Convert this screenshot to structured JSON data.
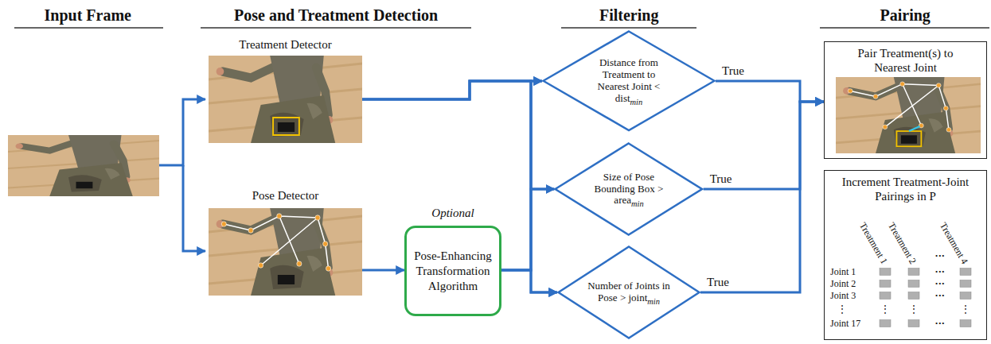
{
  "diagram": {
    "nodes": [
      {
        "text": [
          "Treatment Detector"
        ]
      },
      {
        "text": [
          "Pose Detector"
        ]
      },
      {
        "text": [
          "Optional",
          "Pose-Enhancing Transformation Algorithm"
        ]
      },
      {
        "text": [
          "Distance from Treatment to Nearest Joint < dist",
          "min"
        ]
      },
      {
        "text": [
          "Size of Pose Bounding Box > area",
          "min"
        ]
      },
      {
        "text": [
          "Number of Joints in Pose > joint",
          "min"
        ]
      },
      {
        "text": [
          "Pair Treatment(s) to Nearest Joint"
        ]
      },
      {
        "text": [
          "Increment Treatment-Joint Pairings in P"
        ]
      }
    ],
    "edges": [
      {
        "from": 0,
        "to": 3,
        "arrow": "to"
      },
      {
        "from": 0,
        "to": 4,
        "arrow": "to"
      },
      {
        "from": 0,
        "to": 5,
        "arrow": "to"
      },
      {
        "from": 1,
        "to": 2,
        "arrow": "to"
      },
      {
        "from": 2,
        "to": 3,
        "arrow": "to"
      },
      {
        "from": 2,
        "to": 4,
        "arrow": "to"
      },
      {
        "from": 2,
        "to": 5,
        "arrow": "to"
      },
      {
        "from": 3,
        "to": 6,
        "label": "True",
        "arrow": "to"
      },
      {
        "from": 4,
        "to": 6,
        "label": "True",
        "arrow": "to"
      },
      {
        "from": 5,
        "to": 6,
        "label": "True",
        "arrow": "to"
      }
    ],
    "labels": [
      "Input Frame",
      "Pose and Treatment Detection",
      "Filtering",
      "Pairing",
      "Treatment 1",
      "Treatment 2",
      "•••",
      "Treatment 4",
      "Joint 1",
      "•••",
      "Joint 2",
      "•••",
      "Joint 3",
      "•••",
      "⋮",
      "⋮",
      "⋮",
      "⋮",
      "Joint 17",
      "•••"
    ]
  }
}
